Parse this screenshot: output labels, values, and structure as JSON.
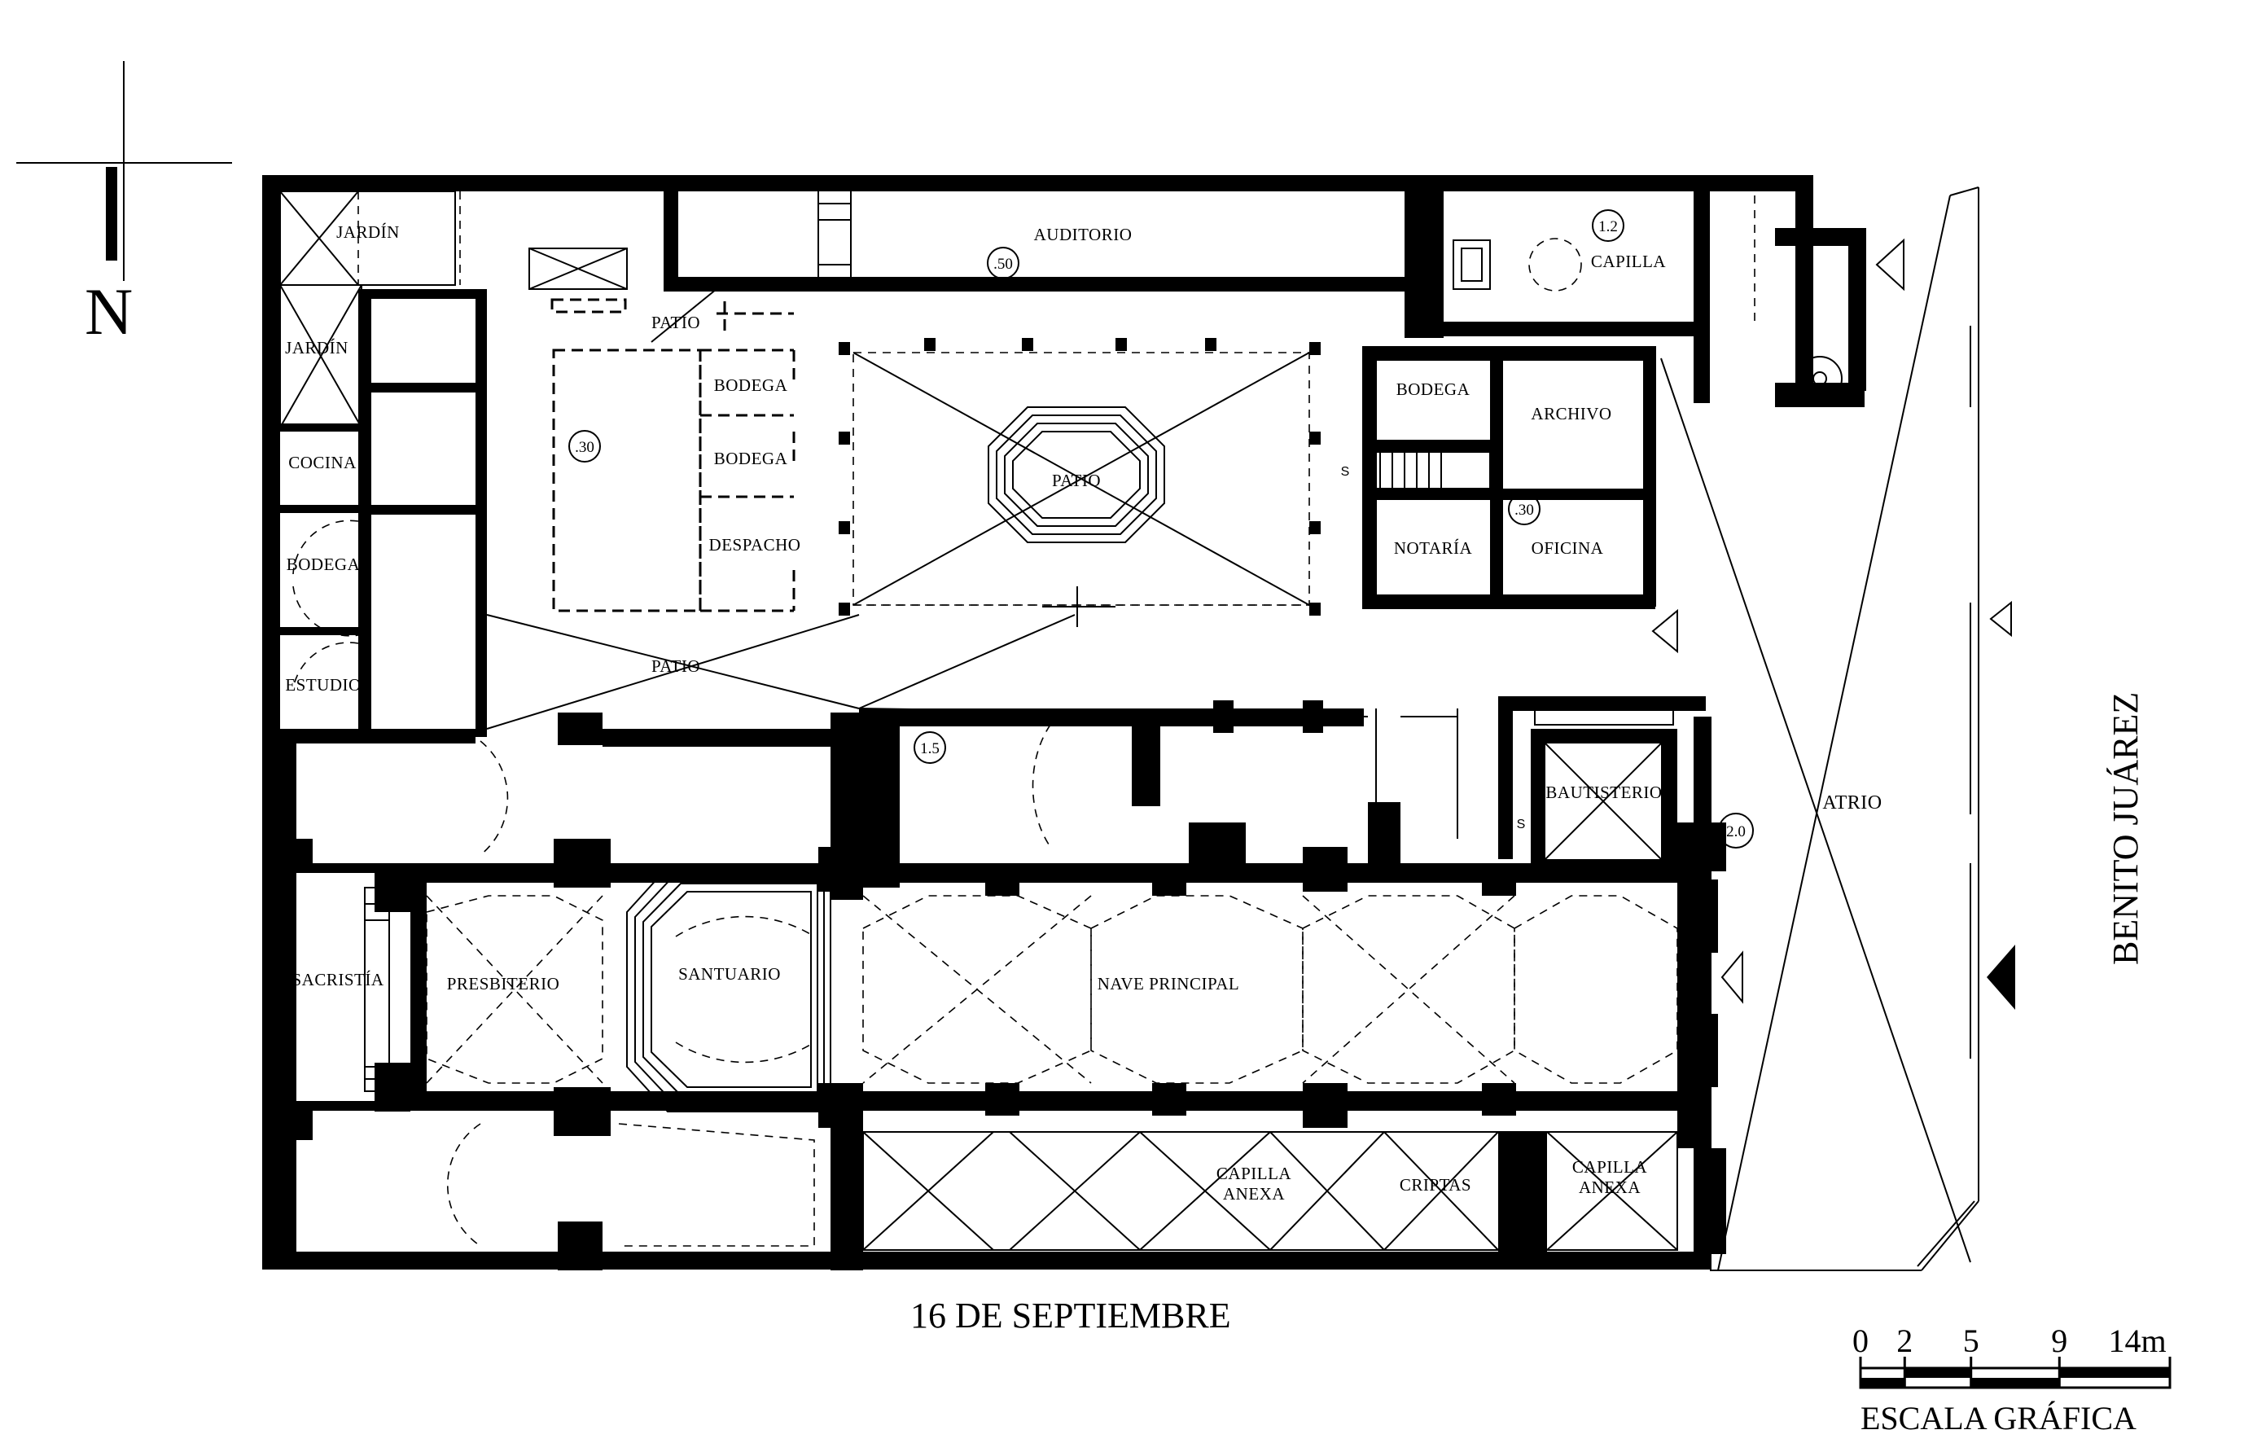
{
  "north": {
    "letter": "N"
  },
  "streets": {
    "south": "16 DE SEPTIEMBRE",
    "east": "BENITO JUÁREZ"
  },
  "rooms": {
    "jardin_1": "JARDÍN",
    "jardin_2": "JARDÍN",
    "cocina": "COCINA",
    "bodega_1": "BODEGA",
    "estudio": "ESTUDIO",
    "patio_small": "PATIO",
    "bodega_2": "BODEGA",
    "bodega_3": "BODEGA",
    "despacho": "DESPACHO",
    "auditorio": "AUDITORIO",
    "capilla": "CAPILLA",
    "patio_main": "PATIO",
    "patio_lower": "PATIO",
    "bodega_4": "BODEGA",
    "archivo": "ARCHIVO",
    "notaria": "NOTARÍA",
    "oficina": "OFICINA",
    "bautisterio": "BAUTISTERIO",
    "atrio": "ATRIO",
    "sacristia": "SACRISTÍA",
    "presbiterio": "PRESBITERIO",
    "santuario": "SANTUARIO",
    "nave_principal": "NAVE PRINCIPAL",
    "capilla_anexa_1_l1": "CAPILLA",
    "capilla_anexa_1_l2": "ANEXA",
    "criptas": "CRIPTAS",
    "capilla_anexa_2_l1": "CAPILLA",
    "capilla_anexa_2_l2": "ANEXA"
  },
  "levels": {
    "auditorio": ".50",
    "capilla": "1.2",
    "patio_small": ".30",
    "oficina": ".30",
    "chapel_north": "1.5",
    "entrance": "2.0"
  },
  "stair_marks": {
    "up": "S"
  },
  "scale_bar": {
    "ticks": [
      "0",
      "2",
      "5",
      "9",
      "14m"
    ],
    "tick_values_m": [
      0,
      2,
      5,
      9,
      14
    ],
    "caption": "ESCALA GRÁFICA"
  }
}
